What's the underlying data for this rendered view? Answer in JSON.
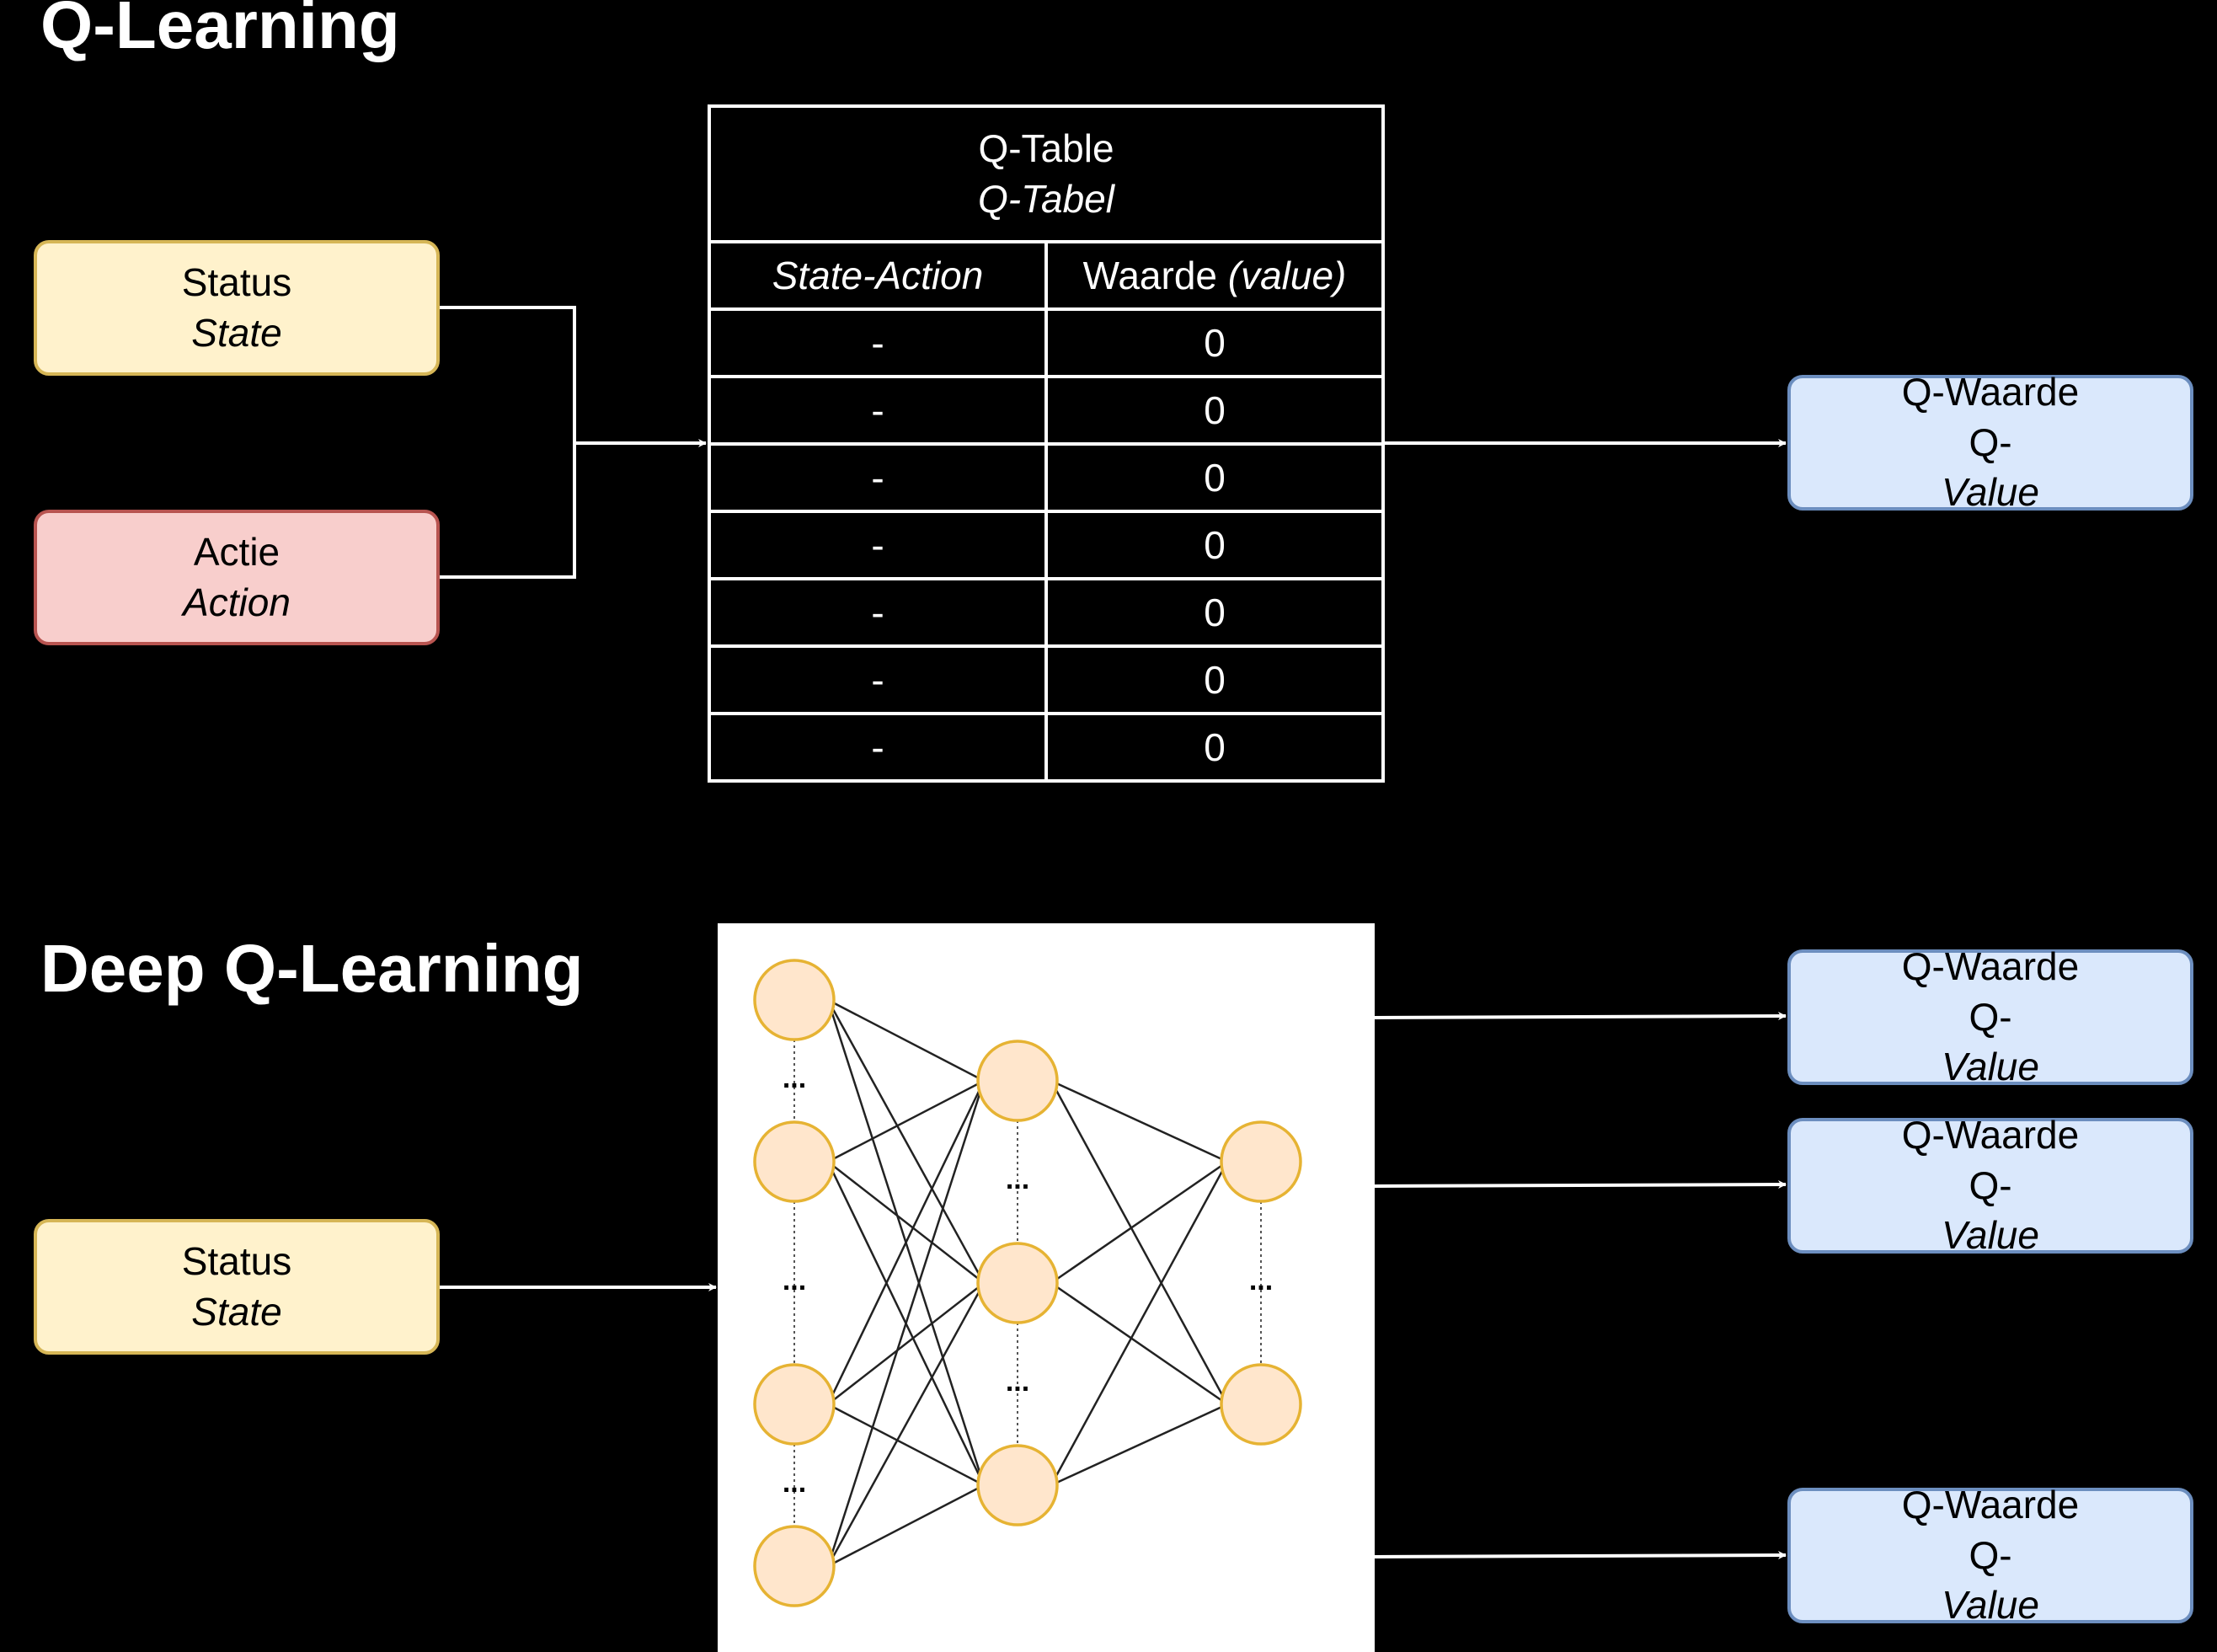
{
  "q_learning": {
    "title": "Q-Learning",
    "state_box": {
      "line1": "Status",
      "line2": "State"
    },
    "action_box": {
      "line1": "Actie",
      "line2": "Action"
    },
    "q_table": {
      "title_line1": "Q-Table",
      "title_line2": "Q-Tabel",
      "header_col1": "State-Action",
      "header_col2_prefix": "Waarde ",
      "header_col2_italic": "(value)",
      "rows": [
        {
          "state_action": "-",
          "value": "0"
        },
        {
          "state_action": "-",
          "value": "0"
        },
        {
          "state_action": "-",
          "value": "0"
        },
        {
          "state_action": "-",
          "value": "0"
        },
        {
          "state_action": "-",
          "value": "0"
        },
        {
          "state_action": "-",
          "value": "0"
        },
        {
          "state_action": "-",
          "value": "0"
        }
      ]
    },
    "output_box": {
      "line1": "Q-Waarde",
      "line2_prefix": "Q-",
      "line2_italic": "Value"
    }
  },
  "deep_q_learning": {
    "title": "Deep Q-Learning",
    "state_box": {
      "line1": "Status",
      "line2": "State"
    },
    "network": {
      "ellipsis": "...",
      "input_nodes": 4,
      "hidden_nodes": 3,
      "output_nodes": 2
    },
    "outputs": [
      {
        "line1": "Q-Waarde",
        "line2_prefix": "Q-",
        "line2_italic": "Value"
      },
      {
        "line1": "Q-Waarde",
        "line2_prefix": "Q-",
        "line2_italic": "Value"
      },
      {
        "line1": "Q-Waarde",
        "line2_prefix": "Q-",
        "line2_italic": "Value"
      }
    ]
  },
  "colors": {
    "background": "#000000",
    "line": "#ffffff",
    "state_fill": "#fff2cc",
    "state_border": "#d6b656",
    "action_fill": "#f8cecc",
    "action_border": "#b85450",
    "output_fill": "#dae8fc",
    "output_border": "#6c8ebf",
    "node_fill": "#ffe6cc",
    "node_border": "#e6b333"
  }
}
